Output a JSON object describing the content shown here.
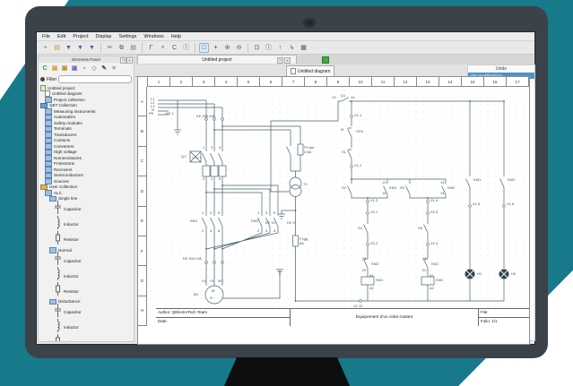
{
  "window": {
    "menu": [
      "File",
      "Edit",
      "Project",
      "Display",
      "Settings",
      "Windows",
      "Help"
    ]
  },
  "toolbar": {
    "items": [
      {
        "n": "new",
        "g": "+",
        "c": "#2f9e44"
      },
      {
        "n": "open",
        "g": "▤",
        "c": "#c8902c"
      },
      {
        "n": "save",
        "g": "▼",
        "c": "#34629c"
      },
      {
        "n": "save-as",
        "g": "▼",
        "c": "#34629c"
      },
      {
        "n": "save-all",
        "g": "▼",
        "c": "#34629c"
      },
      {
        "sep": true
      },
      {
        "n": "cut",
        "g": "✂",
        "c": "#555555"
      },
      {
        "n": "copy",
        "g": "⧉",
        "c": "#555555"
      },
      {
        "n": "paste",
        "g": "▤",
        "c": "#8a6d3b"
      },
      {
        "sep": true
      },
      {
        "n": "conductor-angle",
        "g": "Γ",
        "c": "#555555"
      },
      {
        "n": "delete",
        "g": "×",
        "c": "#b04a4a"
      },
      {
        "n": "rotate",
        "g": "C",
        "c": "#555555"
      },
      {
        "n": "info",
        "g": "ⓘ",
        "c": "#3a6ea5"
      },
      {
        "sep": true
      },
      {
        "n": "select",
        "g": "□",
        "c": "#333333",
        "active": true
      },
      {
        "n": "move",
        "g": "+",
        "c": "#333333"
      },
      {
        "n": "zoom-in",
        "g": "⊕",
        "c": "#555555"
      },
      {
        "n": "zoom-out",
        "g": "⊖",
        "c": "#555555"
      },
      {
        "sep": true
      },
      {
        "n": "zoom-fit",
        "g": "⊡",
        "c": "#555555"
      },
      {
        "n": "about",
        "g": "ⓘ",
        "c": "#335577"
      },
      {
        "n": "add-text",
        "g": "↑",
        "c": "#555555"
      },
      {
        "n": "add-conductor",
        "g": "↳",
        "c": "#555555"
      },
      {
        "n": "grid",
        "g": "▦",
        "c": "#555555"
      }
    ]
  },
  "elements_panel": {
    "title": "Elements Panel",
    "float_btn": "❐",
    "close_btn": "✕",
    "icons": [
      {
        "n": "reload",
        "g": "C",
        "c": "#2f9e44"
      },
      {
        "n": "new-element",
        "g": "▣",
        "c": "#d9a441"
      },
      {
        "n": "open-element",
        "g": "▣",
        "c": "#c8902c"
      },
      {
        "n": "element-collection",
        "g": "▣",
        "c": "#7b68c9"
      },
      {
        "n": "led",
        "g": "▪",
        "c": "#43b34a"
      },
      {
        "n": "shield",
        "g": "◇",
        "c": "#999999"
      },
      {
        "n": "edit",
        "g": "✎",
        "c": "#555555"
      },
      {
        "n": "clear",
        "g": "×",
        "c": "#777777"
      }
    ],
    "filter_label": "Filter",
    "filter_value": "",
    "tree": [
      {
        "d": 0,
        "i": "project",
        "l": "Untitled project"
      },
      {
        "d": 1,
        "i": "diagram",
        "l": "Untitled diagram"
      },
      {
        "d": 1,
        "i": "folder",
        "l": "Project collection"
      },
      {
        "d": 0,
        "i": "qet",
        "l": "QET Collection"
      },
      {
        "d": 1,
        "i": "folder",
        "l": "Measuring instruments"
      },
      {
        "d": 1,
        "i": "folder",
        "l": "Automatism"
      },
      {
        "d": 1,
        "i": "folder",
        "l": "Safety modules"
      },
      {
        "d": 1,
        "i": "folder",
        "l": "Terminals"
      },
      {
        "d": 1,
        "i": "folder",
        "l": "Transducers"
      },
      {
        "d": 1,
        "i": "folder",
        "l": "Contacts"
      },
      {
        "d": 1,
        "i": "folder",
        "l": "Converters"
      },
      {
        "d": 1,
        "i": "folder",
        "l": "High voltage"
      },
      {
        "d": 1,
        "i": "folder",
        "l": "Nomenclatures"
      },
      {
        "d": 1,
        "i": "folder",
        "l": "Protections"
      },
      {
        "d": 1,
        "i": "folder",
        "l": "Receivers"
      },
      {
        "d": 1,
        "i": "folder",
        "l": "Semiconductors"
      },
      {
        "d": 1,
        "i": "folder",
        "l": "Sources"
      },
      {
        "d": 0,
        "i": "user",
        "l": "User Collection"
      },
      {
        "d": 1,
        "i": "folder",
        "l": "ALC"
      },
      {
        "d": 2,
        "i": "folder",
        "l": "Single line"
      },
      {
        "d": 3,
        "i": "capacitor",
        "l": "Capacitor",
        "t": true
      },
      {
        "d": 3,
        "i": "inductor",
        "l": "Inductor",
        "t": true
      },
      {
        "d": 3,
        "i": "resistor",
        "l": "Resistor",
        "t": true
      },
      {
        "d": 2,
        "i": "folder",
        "l": "Normal"
      },
      {
        "d": 3,
        "i": "capacitor",
        "l": "Capacitor",
        "t": true
      },
      {
        "d": 3,
        "i": "inductor",
        "l": "Inductor",
        "t": true
      },
      {
        "d": 3,
        "i": "resistor",
        "l": "Resistor",
        "t": true
      },
      {
        "d": 2,
        "i": "folder",
        "l": "Disturbance"
      },
      {
        "d": 3,
        "i": "capacitor",
        "l": "Capacitor",
        "t": true
      },
      {
        "d": 3,
        "i": "inductor",
        "l": "Inductor",
        "t": true
      },
      {
        "d": 3,
        "i": "resistor",
        "l": "Resistor",
        "t": true
      }
    ]
  },
  "project": {
    "tab_label": "Untitled project",
    "diagram_tab_label": "Untitled diagram"
  },
  "undo_panel": {
    "title": "Undo",
    "rows": [
      "<No modification>"
    ]
  },
  "ruler": {
    "columns": [
      "1",
      "2",
      "3",
      "4",
      "5",
      "6",
      "7",
      "8",
      "9",
      "10",
      "11",
      "12",
      "13",
      "14",
      "15",
      "16",
      "17"
    ],
    "rows": [
      "A",
      "B",
      "C",
      "D",
      "E",
      "F",
      "G",
      "H"
    ]
  },
  "titleblock": {
    "author": "Author: QElectroTech Team",
    "date": "Date:",
    "title": "Equipement d'un volet roulant",
    "file": "File:",
    "folio": "Folio: 1/1"
  },
  "schematic": {
    "labels": [
      [
        "L1",
        4,
        12
      ],
      [
        "L2",
        4,
        16
      ],
      [
        "L3",
        4,
        20
      ],
      [
        "N",
        5,
        24
      ],
      [
        "PE",
        2,
        28
      ],
      [
        "KE 1",
        21,
        28
      ],
      [
        "KE 200 045",
        55,
        31
      ],
      [
        "Q1",
        38,
        76
      ],
      [
        "1",
        62,
        66
      ],
      [
        "3",
        71,
        66
      ],
      [
        "5",
        80,
        66
      ],
      [
        "2",
        62,
        101
      ],
      [
        "4",
        71,
        101
      ],
      [
        "6",
        80,
        101
      ],
      [
        "1",
        61,
        139
      ],
      [
        "3",
        70,
        139
      ],
      [
        "5",
        79,
        139
      ],
      [
        "1",
        123,
        139
      ],
      [
        "3",
        132,
        139
      ],
      [
        "5",
        141,
        139
      ],
      [
        "KM1",
        48,
        148
      ],
      [
        "KM2",
        116,
        148
      ],
      [
        "2",
        61,
        159
      ],
      [
        "4",
        70,
        159
      ],
      [
        "6",
        79,
        159
      ],
      [
        "2",
        123,
        159
      ],
      [
        "4",
        132,
        159
      ],
      [
        "6",
        141,
        159
      ],
      [
        "KE 534 045",
        40,
        190
      ],
      [
        "U1",
        61,
        215
      ],
      [
        "V1",
        70,
        215
      ],
      [
        "W1",
        79,
        215
      ],
      [
        "M1",
        52,
        230
      ],
      [
        "M",
        72,
        226
      ],
      [
        "3~",
        70,
        234
      ],
      [
        "F0 am",
        175,
        66
      ],
      [
        "0,5A",
        175,
        71
      ],
      [
        "T1",
        174,
        107
      ],
      [
        "KE 10",
        132,
        150
      ],
      [
        "KE 5",
        156,
        150
      ],
      [
        "F1gg",
        170,
        168
      ],
      [
        "6A",
        170,
        173
      ],
      [
        "13",
        206,
        10
      ],
      [
        "Q1",
        216,
        8
      ],
      [
        "14",
        227,
        10
      ],
      [
        "X1.1",
        231,
        30
      ],
      [
        "9f",
        216,
        46
      ],
      [
        "CPU",
        233,
        48
      ],
      [
        "S1",
        217,
        71
      ],
      [
        "X1.2",
        231,
        86
      ],
      [
        "S2",
        217,
        111
      ],
      [
        "KM1",
        270,
        111
      ],
      [
        "S3",
        282,
        111
      ],
      [
        "KM2",
        335,
        111
      ],
      [
        "13",
        262,
        105
      ],
      [
        "14",
        262,
        117
      ],
      [
        "13",
        327,
        105
      ],
      [
        "14",
        327,
        117
      ],
      [
        "X1.3",
        249,
        125
      ],
      [
        "X1.4",
        316,
        125
      ],
      [
        "X2.1",
        249,
        138
      ],
      [
        "X2.3",
        316,
        138
      ],
      [
        "S4",
        235,
        156
      ],
      [
        "S5",
        302,
        156
      ],
      [
        "X2.2",
        249,
        173
      ],
      [
        "X2.4",
        316,
        173
      ],
      [
        "21",
        240,
        190
      ],
      [
        "22",
        240,
        203
      ],
      [
        "21",
        307,
        190
      ],
      [
        "22",
        307,
        203
      ],
      [
        "KM2",
        250,
        196
      ],
      [
        "KM1",
        317,
        196
      ],
      [
        "A1",
        248,
        209
      ],
      [
        "A2",
        248,
        223
      ],
      [
        "A1",
        315,
        209
      ],
      [
        "A2",
        315,
        223
      ],
      [
        "KM1",
        255,
        214
      ],
      [
        "KM2",
        322,
        214
      ],
      [
        "KM1",
        364,
        102
      ],
      [
        "KM2",
        402,
        102
      ],
      [
        "X1.5",
        363,
        129
      ],
      [
        "X1.6",
        401,
        129
      ],
      [
        "H1",
        368,
        207
      ],
      [
        "H2",
        406,
        207
      ],
      [
        "X1.10",
        230,
        243
      ]
    ]
  }
}
